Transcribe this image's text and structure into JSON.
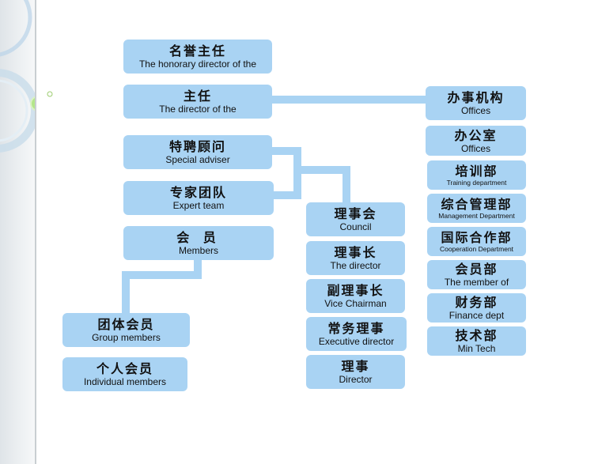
{
  "org_chart": {
    "honorary_director": {
      "zh": "名誉主任",
      "en": "The honorary director of the"
    },
    "director": {
      "zh": "主任",
      "en": "The director of the"
    },
    "special_adviser": {
      "zh": "特聘顾问",
      "en": "Special adviser"
    },
    "expert_team": {
      "zh": "专家团队",
      "en": "Expert team"
    },
    "members": {
      "zh": "会 员",
      "en": "Members"
    },
    "group_members": {
      "zh": "团体会员",
      "en": "Group members"
    },
    "individual_members": {
      "zh": "个人会员",
      "en": "Individual members"
    },
    "council": {
      "zh": "理事会",
      "en": "Council"
    },
    "council_director": {
      "zh": "理事长",
      "en": "The director"
    },
    "vice_chairman": {
      "zh": "副理事长",
      "en": "Vice Chairman"
    },
    "executive_director": {
      "zh": "常务理事",
      "en": "Executive director"
    },
    "board_director": {
      "zh": "理事",
      "en": "Director"
    },
    "offices_head": {
      "zh": "办事机构",
      "en": "Offices"
    },
    "offices": {
      "zh": "办公室",
      "en": "Offices"
    },
    "training_dept": {
      "zh": "培训部",
      "en": "Training department"
    },
    "management_dept": {
      "zh": "综合管理部",
      "en": "Management Department"
    },
    "cooperation_dept": {
      "zh": "国际合作部",
      "en": "Cooperation Department"
    },
    "member_dept": {
      "zh": "会员部",
      "en": "The member of"
    },
    "finance_dept": {
      "zh": "财务部",
      "en": "Finance dept"
    },
    "tech_dept": {
      "zh": "技术部",
      "en": "Min Tech"
    }
  },
  "colors": {
    "box": "#a9d3f3",
    "connector": "#a9d3f3",
    "text": "#111111"
  }
}
